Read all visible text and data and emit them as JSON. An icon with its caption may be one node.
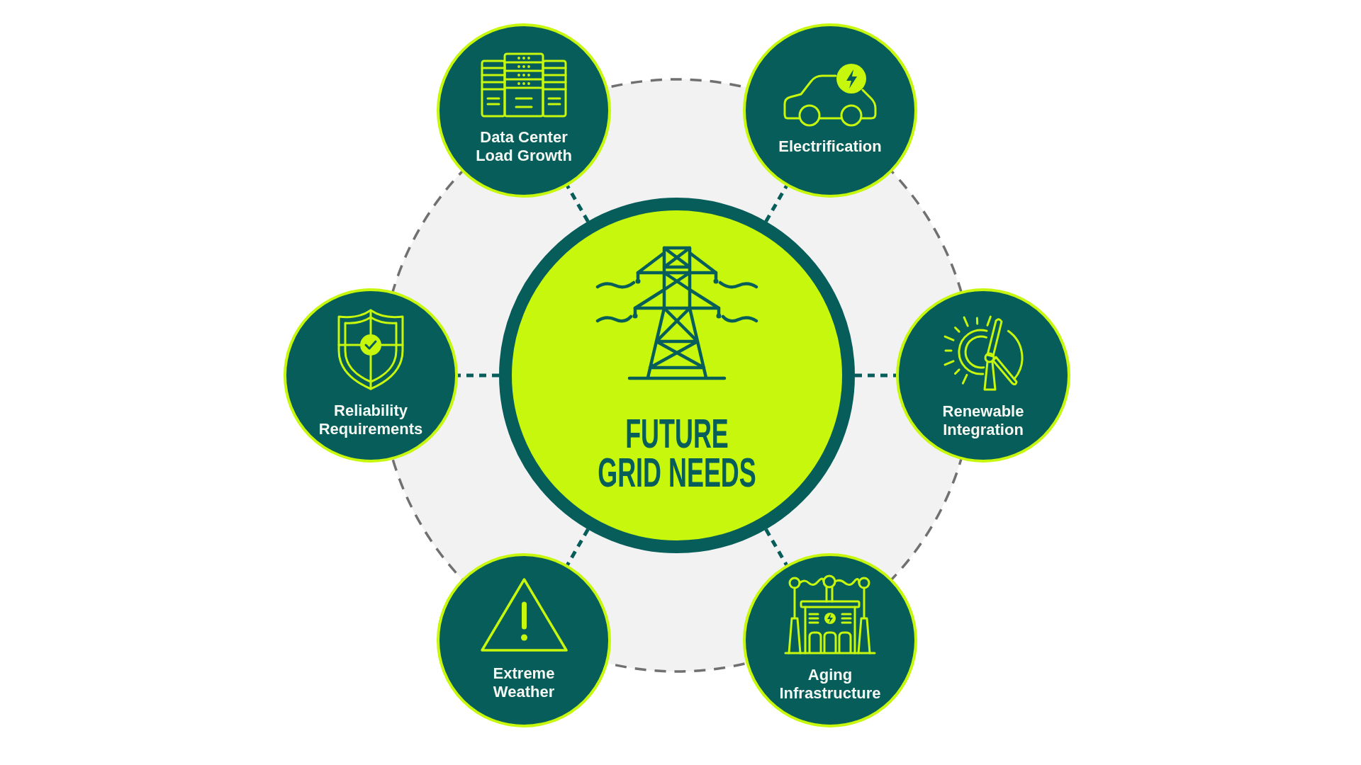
{
  "diagram": {
    "nodes": [
      {
        "text": [
          "Data Center Load Growth"
        ]
      },
      {
        "text": [
          "Electrification"
        ]
      },
      {
        "text": [
          "Reliability Requirements"
        ]
      },
      {
        "text": [
          "FUTURE GRID NEEDS"
        ]
      },
      {
        "text": [
          "Renewable Integration"
        ]
      },
      {
        "text": [
          "Extreme Weather"
        ]
      },
      {
        "text": [
          "Aging Infrastructure"
        ]
      }
    ],
    "edges": [
      {
        "from": 3,
        "to": 0,
        "arrow": "none",
        "style": "dashed"
      },
      {
        "from": 3,
        "to": 1,
        "arrow": "none",
        "style": "dashed"
      },
      {
        "from": 3,
        "to": 2,
        "arrow": "none",
        "style": "dashed"
      },
      {
        "from": 3,
        "to": 4,
        "arrow": "none",
        "style": "dashed"
      },
      {
        "from": 3,
        "to": 5,
        "arrow": "none",
        "style": "dashed"
      },
      {
        "from": 3,
        "to": 6,
        "arrow": "none",
        "style": "dashed"
      }
    ]
  }
}
